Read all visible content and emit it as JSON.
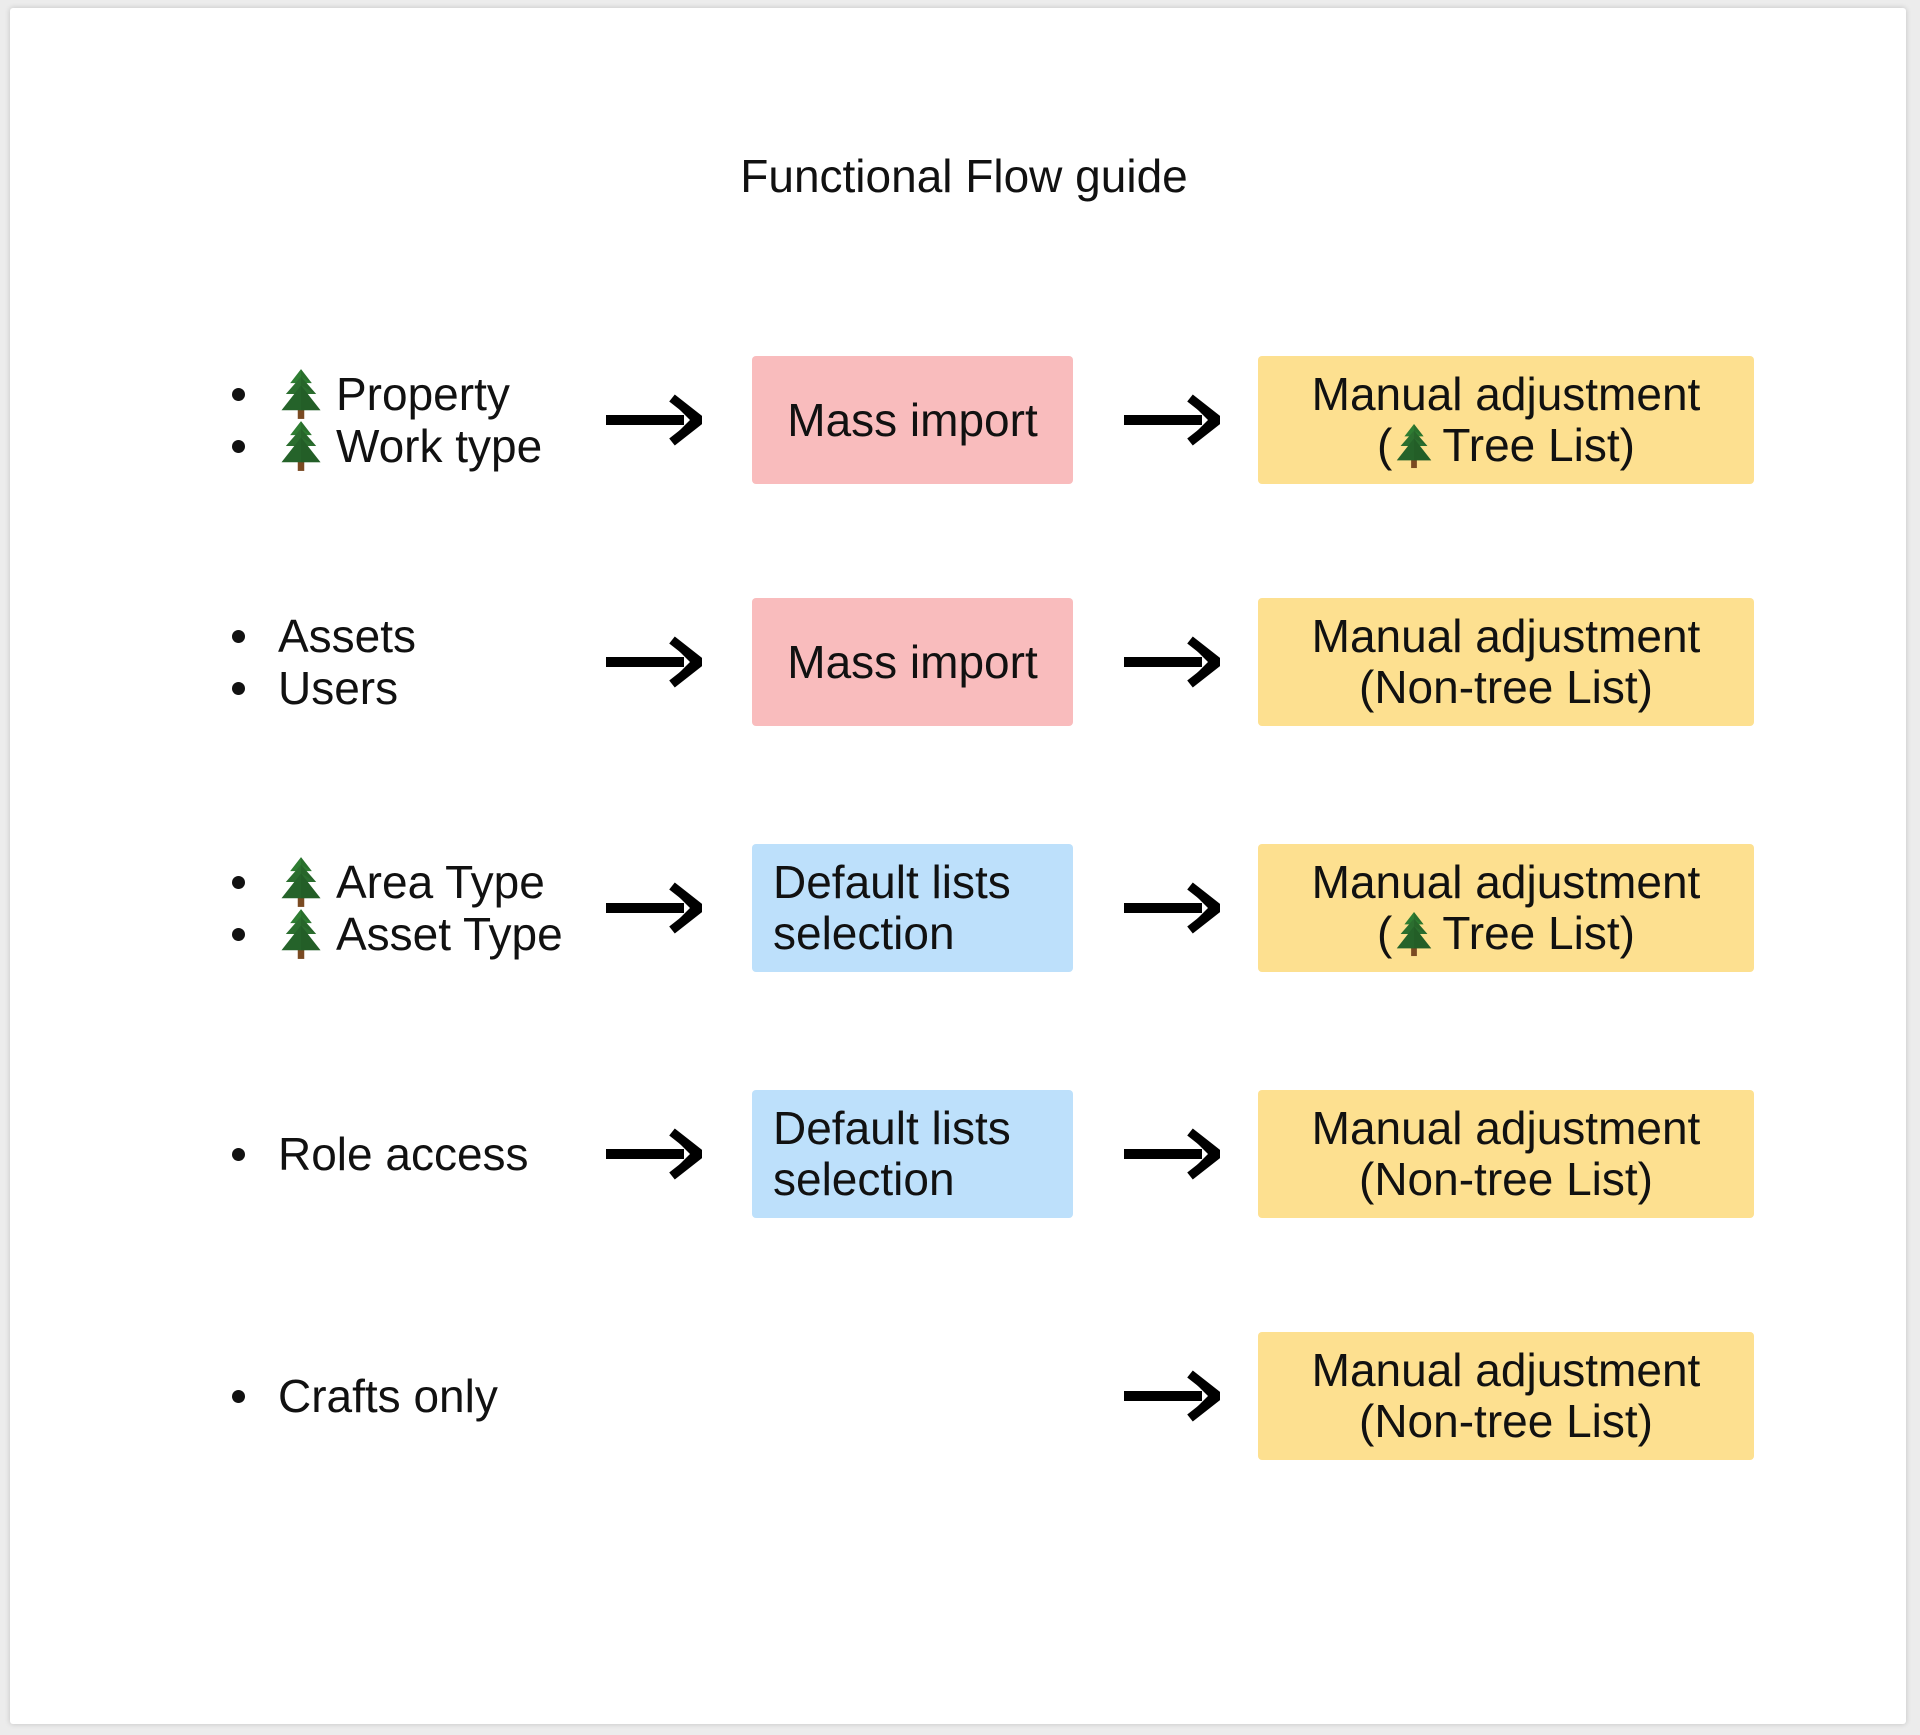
{
  "title": "Functional Flow guide",
  "colors": {
    "mass_import": "#f9bcbd",
    "default_lists": "#bde0fb",
    "manual_adjustment": "#fde090",
    "text": "#111111",
    "arrow": "#000000"
  },
  "rows": [
    {
      "items": [
        {
          "icon": "evergreen-tree-icon",
          "label": "Property"
        },
        {
          "icon": "evergreen-tree-icon",
          "label": "Work type"
        }
      ],
      "middle": {
        "type": "mass-import",
        "line1": "Mass import",
        "line2": ""
      },
      "right": {
        "line1": "Manual adjustment",
        "line2_prefix": "(",
        "line2_icon": "evergreen-tree-icon",
        "line2_suffix": "Tree List)"
      }
    },
    {
      "items": [
        {
          "icon": "",
          "label": "Assets"
        },
        {
          "icon": "",
          "label": "Users"
        }
      ],
      "middle": {
        "type": "mass-import",
        "line1": "Mass import",
        "line2": ""
      },
      "right": {
        "line1": "Manual adjustment",
        "line2": "(Non-tree List)"
      }
    },
    {
      "items": [
        {
          "icon": "evergreen-tree-icon",
          "label": "Area Type"
        },
        {
          "icon": "evergreen-tree-icon",
          "label": "Asset Type"
        }
      ],
      "middle": {
        "type": "default-lists",
        "line1": "Default lists",
        "line2": "selection"
      },
      "right": {
        "line1": "Manual adjustment",
        "line2_prefix": "(",
        "line2_icon": "evergreen-tree-icon",
        "line2_suffix": "Tree List)"
      }
    },
    {
      "items": [
        {
          "icon": "",
          "label": "Role access"
        }
      ],
      "middle": {
        "type": "default-lists",
        "line1": "Default lists",
        "line2": "selection"
      },
      "right": {
        "line1": "Manual adjustment",
        "line2": "(Non-tree List)"
      }
    },
    {
      "items": [
        {
          "icon": "",
          "label": "Crafts only"
        }
      ],
      "right": {
        "line1": "Manual adjustment",
        "line2": "(Non-tree List)"
      }
    }
  ]
}
